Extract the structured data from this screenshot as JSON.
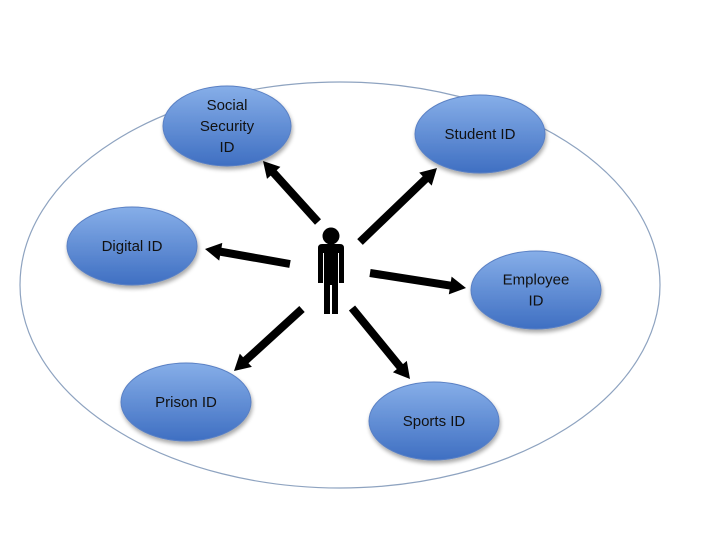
{
  "diagram": {
    "colors": {
      "outer_ellipse_stroke": "#8ea3c0",
      "node_fill_top": "#86aee8",
      "node_fill_bottom": "#3f6fc2",
      "node_stroke": "#5a80c4",
      "arrow": "#000000",
      "person": "#000000"
    },
    "center": {
      "icon": "person-icon"
    },
    "nodes": [
      {
        "id": "social-security",
        "lines": [
          "Social",
          "Security",
          "ID"
        ]
      },
      {
        "id": "student",
        "lines": [
          "Student ID"
        ]
      },
      {
        "id": "digital",
        "lines": [
          "Digital ID"
        ]
      },
      {
        "id": "employee",
        "lines": [
          "Employee",
          "ID"
        ]
      },
      {
        "id": "prison",
        "lines": [
          "Prison ID"
        ]
      },
      {
        "id": "sports",
        "lines": [
          "Sports ID"
        ]
      }
    ]
  }
}
